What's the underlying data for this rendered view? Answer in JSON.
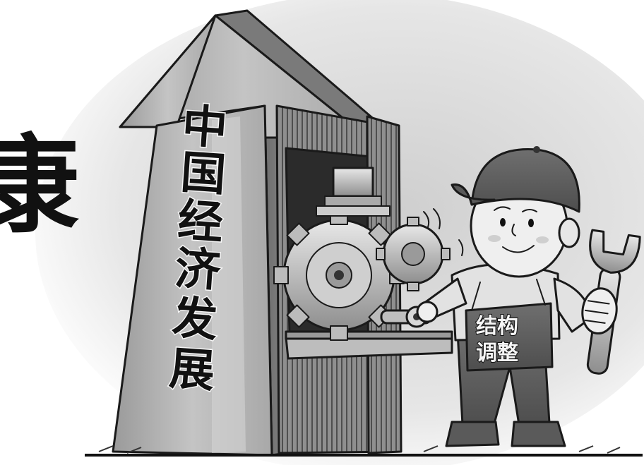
{
  "partial_title_char": "康",
  "arrow_text": [
    "中",
    "国",
    "经",
    "济",
    "发",
    "展"
  ],
  "overalls_text": [
    "结构",
    "调整"
  ],
  "icons": [
    "upward-arrow",
    "gear",
    "wrench",
    "worker"
  ],
  "colors": {
    "ink": "#1a1a1a",
    "background": "#ffffff",
    "shade_light": "#d8d8d8",
    "shade_dark": "#8a8a8a"
  }
}
